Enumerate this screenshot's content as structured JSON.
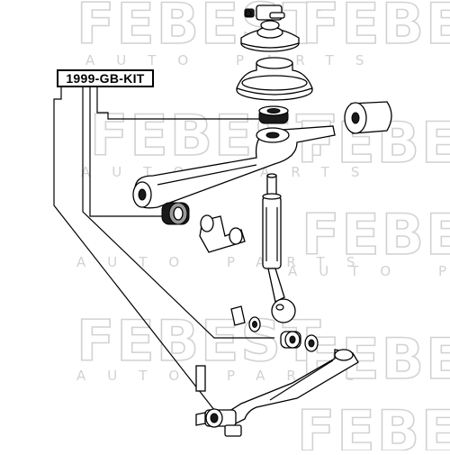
{
  "part_label": "1999-GB-KIT",
  "watermark": {
    "brand": "FEBEST",
    "subtitle": "AUTO PARTS"
  },
  "colors": {
    "line": "#000000",
    "watermark": "#d2d2d2",
    "background": "#ffffff"
  }
}
